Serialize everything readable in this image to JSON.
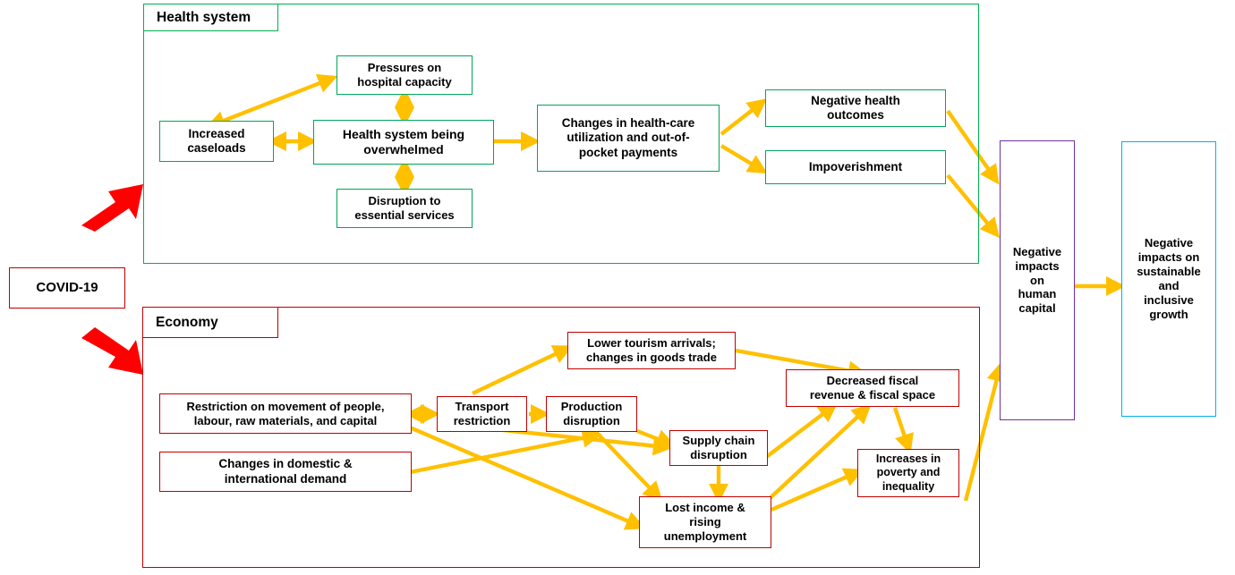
{
  "title_context": "COVID-19 impact pathways diagram",
  "colors": {
    "health_frame": "#00B050",
    "economy_frame": "#C00000",
    "health_node": "#00A65A",
    "economy_node": "#C00000",
    "human_capital": "#7030A0",
    "growth": "#00B0F0",
    "arrow": "#FFC000",
    "covid_arrow": "#FF0000",
    "text": "#000000",
    "background": "#FFFFFF"
  },
  "source": {
    "label": "COVID-19"
  },
  "health_system": {
    "frame_label": "Health system",
    "nodes": [
      {
        "id": "pressures",
        "label": "Pressures on\nhospital capacity"
      },
      {
        "id": "caseloads",
        "label": "Increased\ncaseloads"
      },
      {
        "id": "overwhelmed",
        "label": "Health system being\noverwhelmed"
      },
      {
        "id": "disruption",
        "label": "Disruption to\nessential services"
      },
      {
        "id": "changes",
        "label": "Changes in health-care\nutilization and out-of-\npocket payments"
      },
      {
        "id": "neg_health",
        "label": "Negative health\noutcomes"
      },
      {
        "id": "impoverishment",
        "label": "Impoverishment"
      }
    ]
  },
  "economy": {
    "frame_label": "Economy",
    "nodes": [
      {
        "id": "restriction",
        "label": "Restriction on movement of people,\nlabour, raw materials, and capital"
      },
      {
        "id": "demand",
        "label": "Changes in domestic &\ninternational demand"
      },
      {
        "id": "transport",
        "label": "Transport\nrestriction"
      },
      {
        "id": "production",
        "label": "Production\ndisruption"
      },
      {
        "id": "tourism",
        "label": "Lower tourism arrivals;\nchanges in goods trade"
      },
      {
        "id": "supply_chain",
        "label": "Supply chain\ndisruption"
      },
      {
        "id": "fiscal",
        "label": "Decreased fiscal\nrevenue & fiscal space"
      },
      {
        "id": "lost_income",
        "label": "Lost income &\nrising\nunemployment"
      },
      {
        "id": "poverty",
        "label": "Increases in\npoverty and\ninequality"
      }
    ]
  },
  "outcomes": {
    "human_capital": {
      "label": "Negative\nimpacts\non\nhuman\ncapital"
    },
    "growth": {
      "label": "Negative\nimpacts on\nsustainable\nand\ninclusive\ngrowth"
    }
  },
  "chart_data": {
    "type": "diagram",
    "title": "COVID-19 transmission channels to human capital and growth",
    "edges": [
      {
        "from": "COVID-19",
        "to": "Health system",
        "style": "thick-red"
      },
      {
        "from": "COVID-19",
        "to": "Economy",
        "style": "thick-red"
      },
      {
        "from": "Increased caseloads",
        "to": "Pressures on hospital capacity",
        "style": "double"
      },
      {
        "from": "Increased caseloads",
        "to": "Health system being overwhelmed",
        "style": "double"
      },
      {
        "from": "Pressures on hospital capacity",
        "to": "Health system being overwhelmed",
        "style": "double"
      },
      {
        "from": "Health system being overwhelmed",
        "to": "Disruption to essential services",
        "style": "double"
      },
      {
        "from": "Health system being overwhelmed",
        "to": "Changes in health-care utilization and out-of-pocket payments",
        "style": "single"
      },
      {
        "from": "Changes in health-care utilization and out-of-pocket payments",
        "to": "Negative health outcomes",
        "style": "single"
      },
      {
        "from": "Changes in health-care utilization and out-of-pocket payments",
        "to": "Impoverishment",
        "style": "single"
      },
      {
        "from": "Negative health outcomes",
        "to": "Negative impacts on human capital",
        "style": "single"
      },
      {
        "from": "Impoverishment",
        "to": "Negative impacts on human capital",
        "style": "single"
      },
      {
        "from": "Restriction on movement of people, labour, raw materials, and capital",
        "to": "Transport restriction",
        "style": "double"
      },
      {
        "from": "Transport restriction",
        "to": "Production disruption",
        "style": "single"
      },
      {
        "from": "Transport restriction",
        "to": "Lower tourism arrivals; changes in goods trade",
        "style": "single"
      },
      {
        "from": "Transport restriction",
        "to": "Supply chain disruption",
        "style": "single"
      },
      {
        "from": "Restriction on movement of people, labour, raw materials, and capital",
        "to": "Lost income & rising unemployment",
        "style": "single"
      },
      {
        "from": "Changes in domestic & international demand",
        "to": "Production disruption",
        "style": "single"
      },
      {
        "from": "Production disruption",
        "to": "Supply chain disruption",
        "style": "single"
      },
      {
        "from": "Production disruption",
        "to": "Lost income & rising unemployment",
        "style": "single"
      },
      {
        "from": "Supply chain disruption",
        "to": "Lost income & rising unemployment",
        "style": "single"
      },
      {
        "from": "Supply chain disruption",
        "to": "Decreased fiscal revenue & fiscal space",
        "style": "single"
      },
      {
        "from": "Lower tourism arrivals; changes in goods trade",
        "to": "Decreased fiscal revenue & fiscal space",
        "style": "single"
      },
      {
        "from": "Lost income & rising unemployment",
        "to": "Decreased fiscal revenue & fiscal space",
        "style": "single"
      },
      {
        "from": "Lost income & rising unemployment",
        "to": "Increases in poverty and inequality",
        "style": "single"
      },
      {
        "from": "Decreased fiscal revenue & fiscal space",
        "to": "Increases in poverty and inequality",
        "style": "single"
      },
      {
        "from": "Increases in poverty and inequality",
        "to": "Negative impacts on human capital",
        "style": "single"
      },
      {
        "from": "Negative impacts on human capital",
        "to": "Negative impacts on sustainable and inclusive growth",
        "style": "single"
      }
    ]
  }
}
